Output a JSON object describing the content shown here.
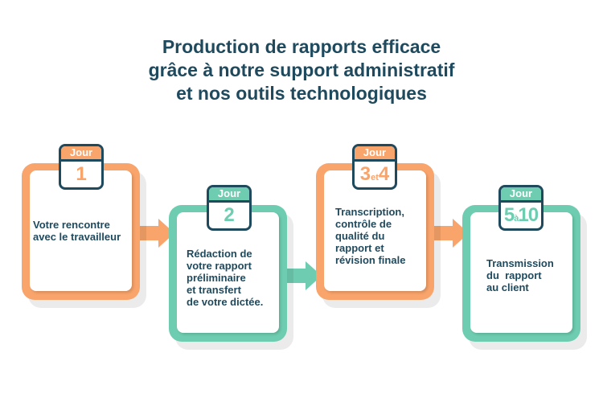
{
  "title": [
    "Production de rapports efficace",
    "grâce à notre support administratif",
    "et nos outils technologiques"
  ],
  "colors": {
    "orange": "#f9a46b",
    "green": "#6ecdb0",
    "navy": "#1f4a5e"
  },
  "steps": [
    {
      "badge_label": "Jour",
      "day_a": "1",
      "day_sep": "",
      "day_b": "",
      "lines": [
        "Votre rencontre",
        "avec le travailleur"
      ]
    },
    {
      "badge_label": "Jour",
      "day_a": "2",
      "day_sep": "",
      "day_b": "",
      "lines": [
        "Rédaction de",
        "votre rapport",
        "préliminaire",
        "et transfert",
        "de votre dictée."
      ]
    },
    {
      "badge_label": "Jour",
      "day_a": "3",
      "day_sep": "et",
      "day_b": "4",
      "lines": [
        "Transcription,",
        "contrôle de",
        "qualité du",
        "rapport et",
        "révision finale"
      ]
    },
    {
      "badge_label": "Jour",
      "day_a": "5",
      "day_sep": "à",
      "day_b": "10",
      "lines": [
        "Transmission",
        "du  rapport",
        "au client"
      ]
    }
  ]
}
